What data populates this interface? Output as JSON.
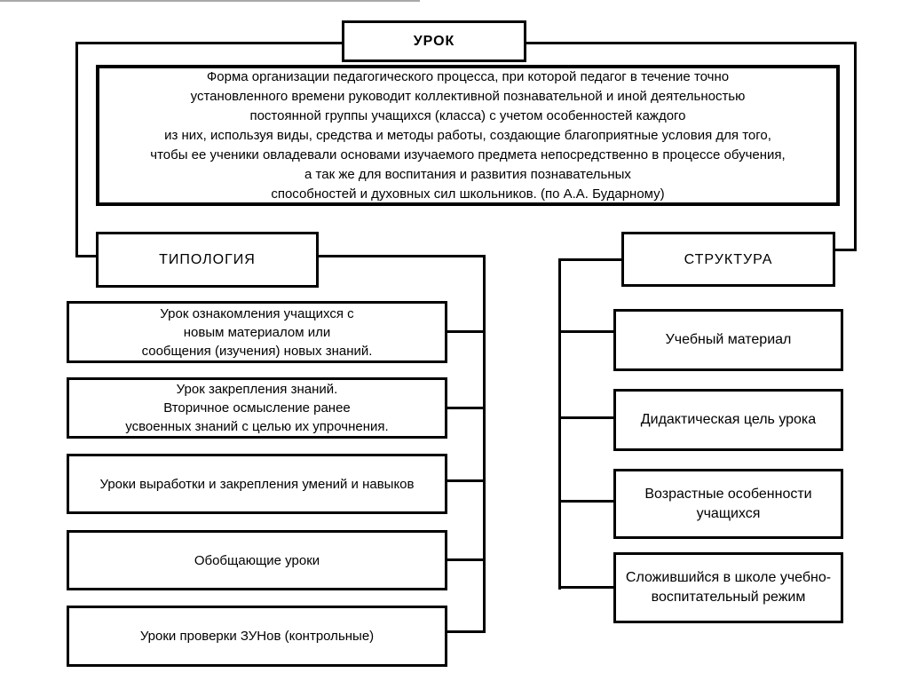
{
  "colors": {
    "background": "#ffffff",
    "line": "#000000",
    "box_border": "#000000",
    "box_background": "#ffffff",
    "faint_line": "#a9a9a9"
  },
  "root": {
    "label": "УРОК"
  },
  "definition": {
    "text": "Форма организации педагогического процесса, при которой педагог в течение точно\nустановленного времени руководит коллективной познавательной и иной деятельностью\nпостоянной группы учащихся (класса) с учетом особенностей каждого\nиз них, используя виды, средства и методы работы, создающие благоприятные условия для того,\nчтобы ее ученики овладевали основами изучаемого предмета непосредственно в процессе обучения,\nа так же для воспитания и развития познавательных\nспособностей и духовных сил школьников. (по А.А. Бударному)"
  },
  "typology": {
    "title": "ТИПОЛОГИЯ",
    "items": [
      {
        "text": "Урок ознакомления учащихся с\nновым материалом или\nсообщения (изучения) новых знаний."
      },
      {
        "text": "Урок закрепления знаний.\nВторичное осмысление ранее\nусвоенных знаний с целью их упрочнения."
      },
      {
        "text": "Уроки выработки и закрепления умений и навыков"
      },
      {
        "text": "Обобщающие уроки"
      },
      {
        "text": "Уроки проверки ЗУНов (контрольные)"
      }
    ]
  },
  "structure": {
    "title": "СТРУКТУРА",
    "items": [
      {
        "text": "Учебный материал"
      },
      {
        "text": "Дидактическая цель урока"
      },
      {
        "text": "Возрастные особенности\nучащихся"
      },
      {
        "text": "Сложившийся в школе учебно-\nвоспитательный режим"
      }
    ]
  }
}
